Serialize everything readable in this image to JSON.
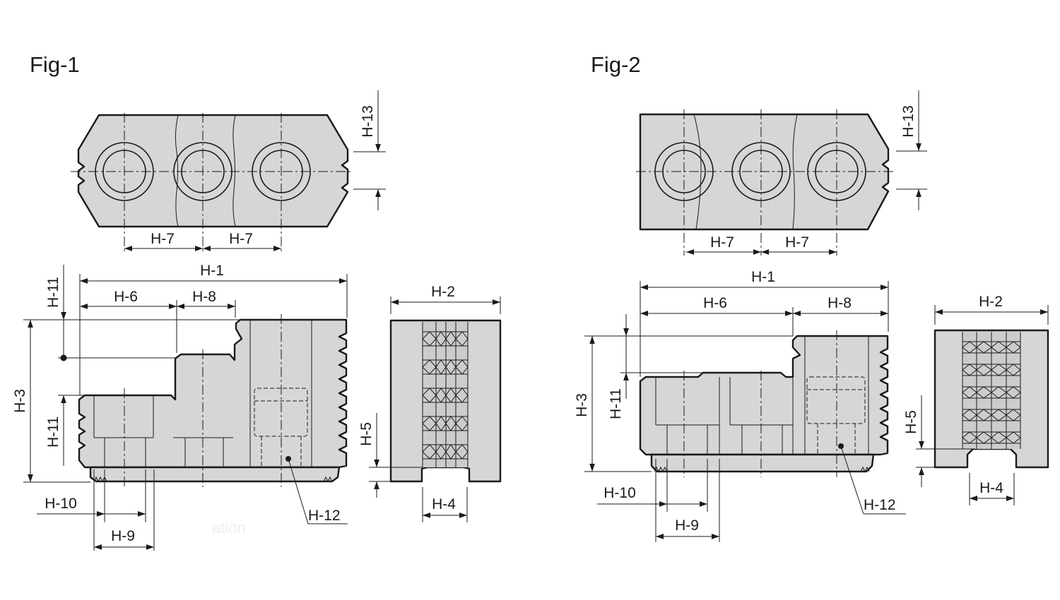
{
  "figures": [
    {
      "id": "fig1",
      "title": "Fig-1",
      "labels": {
        "h1": "H-1",
        "h2": "H-2",
        "h3": "H-3",
        "h4": "H-4",
        "h5": "H-5",
        "h6": "H-6",
        "h7a": "H-7",
        "h7b": "H-7",
        "h8": "H-8",
        "h9": "H-9",
        "h10": "H-10",
        "h11a": "H-11",
        "h11b": "H-11",
        "h12": "H-12",
        "h13": "H-13"
      }
    },
    {
      "id": "fig2",
      "title": "Fig-2",
      "labels": {
        "h1": "H-1",
        "h2": "H-2",
        "h3": "H-3",
        "h4": "H-4",
        "h5": "H-5",
        "h6": "H-6",
        "h7a": "H-7",
        "h7b": "H-7",
        "h8": "H-8",
        "h9": "H-9",
        "h10": "H-10",
        "h11": "H-11",
        "h12": "H-12",
        "h13": "H-13"
      }
    }
  ]
}
